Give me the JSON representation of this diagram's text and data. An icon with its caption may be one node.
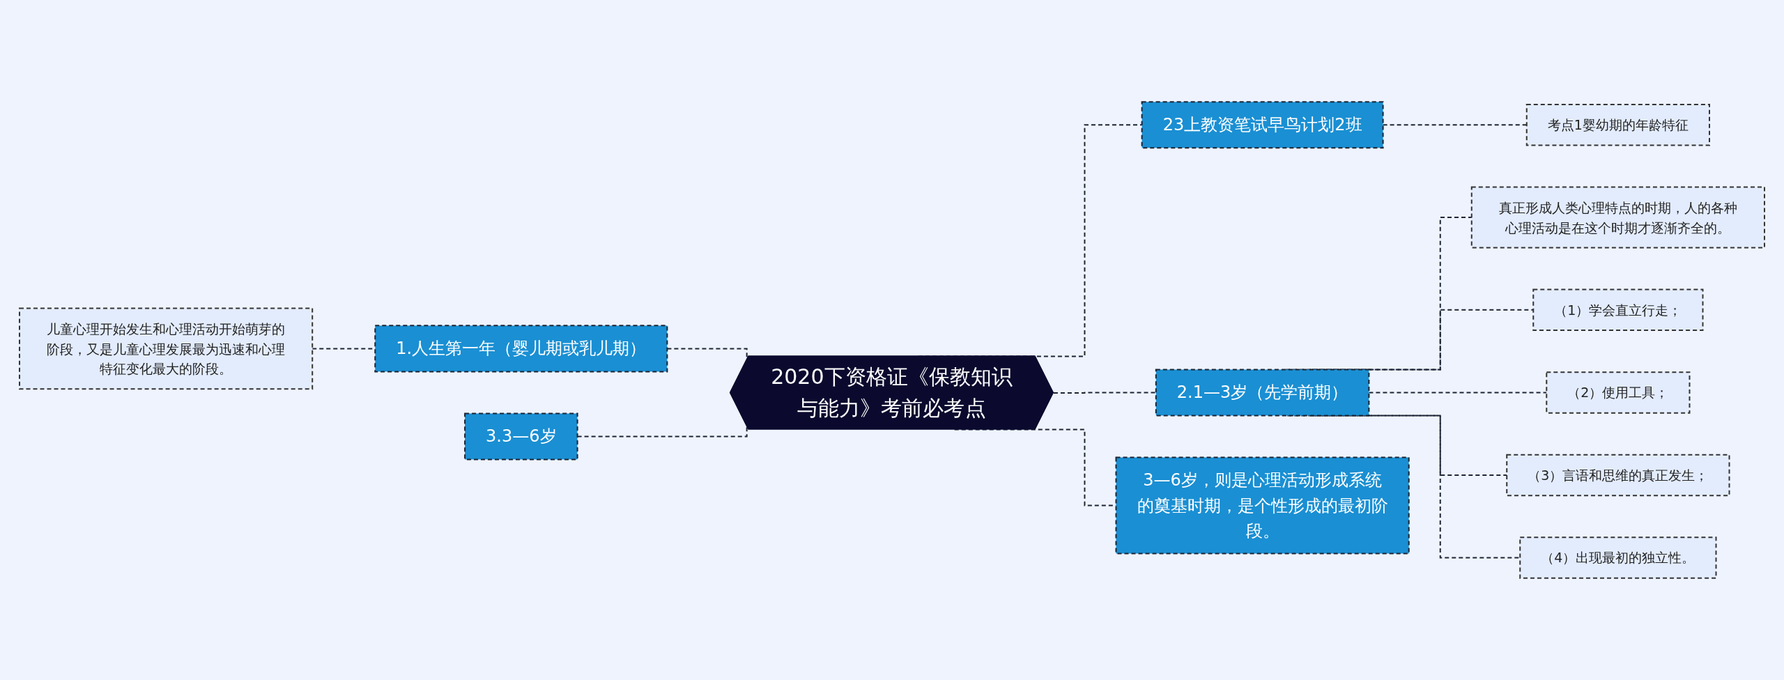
{
  "diagram": {
    "nodes": [
      {
        "text": [
          "2020下资格证《保教知识与能力》考前必考点"
        ]
      },
      {
        "text": [
          "1.人生第一年（婴儿期或乳儿期）"
        ]
      },
      {
        "text": [
          "儿童心理开始发生和心理活动开始萌芽的阶段，又是儿童心理发展最为迅速和心理特征变化最大的阶段。"
        ]
      },
      {
        "text": [
          "3.3—6岁"
        ]
      },
      {
        "text": [
          "23上教资笔试早鸟计划2班"
        ]
      },
      {
        "text": [
          "考点1婴幼期的年龄特征"
        ]
      },
      {
        "text": [
          "2.1—3岁（先学前期）"
        ]
      },
      {
        "text": [
          "真正形成人类心理特点的时期，人的各种心理活动是在这个时期才逐渐齐全的。"
        ]
      },
      {
        "text": [
          "（1）学会直立行走；"
        ]
      },
      {
        "text": [
          "（2）使用工具；"
        ]
      },
      {
        "text": [
          "（3）言语和思维的真正发生；"
        ]
      },
      {
        "text": [
          "（4）出现最初的独立性。"
        ]
      },
      {
        "text": [
          "3—6岁，则是心理活动形成系统的奠基时期，是个性形成的最初阶段。"
        ]
      }
    ],
    "edges": [
      {
        "from": 2,
        "to": 1,
        "arrow": "none",
        "style": "dashed"
      },
      {
        "from": 1,
        "to": 0,
        "arrow": "none",
        "style": "dashed"
      },
      {
        "from": 3,
        "to": 0,
        "arrow": "none",
        "style": "dashed"
      },
      {
        "from": 0,
        "to": 4,
        "arrow": "none",
        "style": "dashed"
      },
      {
        "from": 4,
        "to": 5,
        "arrow": "none",
        "style": "dashed"
      },
      {
        "from": 0,
        "to": 6,
        "arrow": "none",
        "style": "dashed"
      },
      {
        "from": 6,
        "to": 7,
        "arrow": "none",
        "style": "dashed"
      },
      {
        "from": 6,
        "to": 8,
        "arrow": "none",
        "style": "dashed"
      },
      {
        "from": 6,
        "to": 9,
        "arrow": "none",
        "style": "dashed"
      },
      {
        "from": 6,
        "to": 10,
        "arrow": "none",
        "style": "dashed"
      },
      {
        "from": 6,
        "to": 11,
        "arrow": "none",
        "style": "dashed"
      },
      {
        "from": 0,
        "to": 12,
        "arrow": "none",
        "style": "dashed"
      }
    ]
  }
}
